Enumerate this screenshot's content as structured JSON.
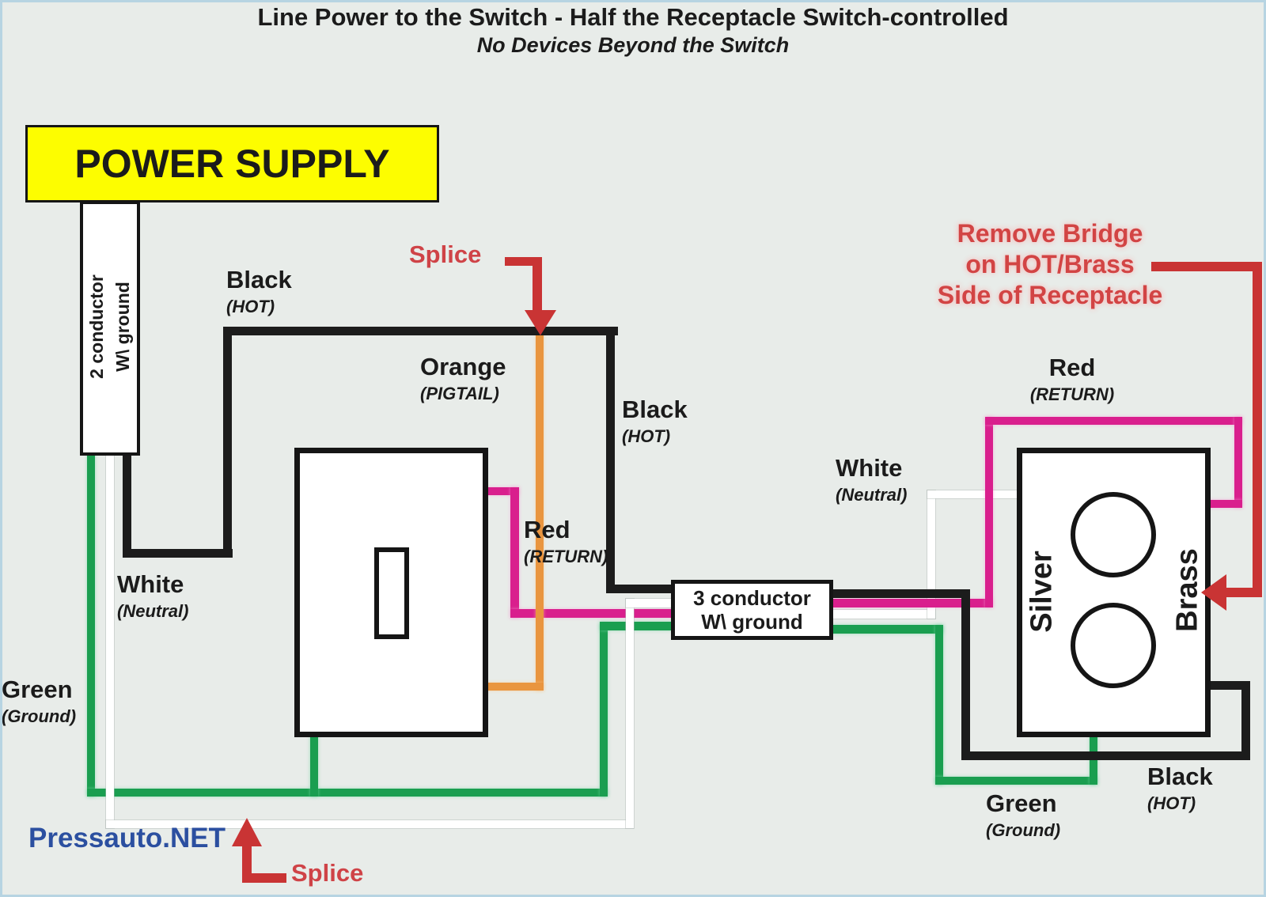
{
  "title": "Line Power to the Switch - Half the Receptacle Switch-controlled",
  "subtitle": "No Devices Beyond the Switch",
  "power_supply_label": "POWER SUPPLY",
  "cable_2conductor": {
    "line1": "2 conductor",
    "line2": "W\\ ground"
  },
  "cable_3conductor": {
    "line1": "3 conductor",
    "line2": "W\\ ground"
  },
  "wire_labels": {
    "supply_black": {
      "name": "Black",
      "role": "(HOT)"
    },
    "supply_white": {
      "name": "White",
      "role": "(Neutral)"
    },
    "supply_green": {
      "name": "Green",
      "role": "(Ground)"
    },
    "pigtail_orange": {
      "name": "Orange",
      "role": "(PIGTAIL)"
    },
    "switch_black": {
      "name": "Black",
      "role": "(HOT)"
    },
    "switch_red": {
      "name": "Red",
      "role": "(RETURN)"
    },
    "recep_white": {
      "name": "White",
      "role": "(Neutral)"
    },
    "recep_red": {
      "name": "Red",
      "role": "(RETURN)"
    },
    "recep_green": {
      "name": "Green",
      "role": "(Ground)"
    },
    "recep_black": {
      "name": "Black",
      "role": "(HOT)"
    }
  },
  "splice_top_label": "Splice",
  "splice_bottom_label": "Splice",
  "remove_bridge_note": {
    "line1": "Remove Bridge",
    "line2": "on HOT/Brass",
    "line3": "Side of Receptacle"
  },
  "receptacle": {
    "silver_label": "Silver",
    "brass_label": "Brass"
  },
  "watermark": "Pressauto.NET",
  "colors": {
    "bg": "#e8ece9",
    "frame": "#b7d4e2",
    "black": "#1c1c1c",
    "white": "#ffffff",
    "green": "#1a9e50",
    "magenta": "#d91f8d",
    "orange": "#e9953f",
    "yellow": "#fdfd00",
    "red_arrow": "#c93434",
    "red_text": "#cf4347",
    "remove_red": "#d24444",
    "blue": "#2b4fa0"
  }
}
